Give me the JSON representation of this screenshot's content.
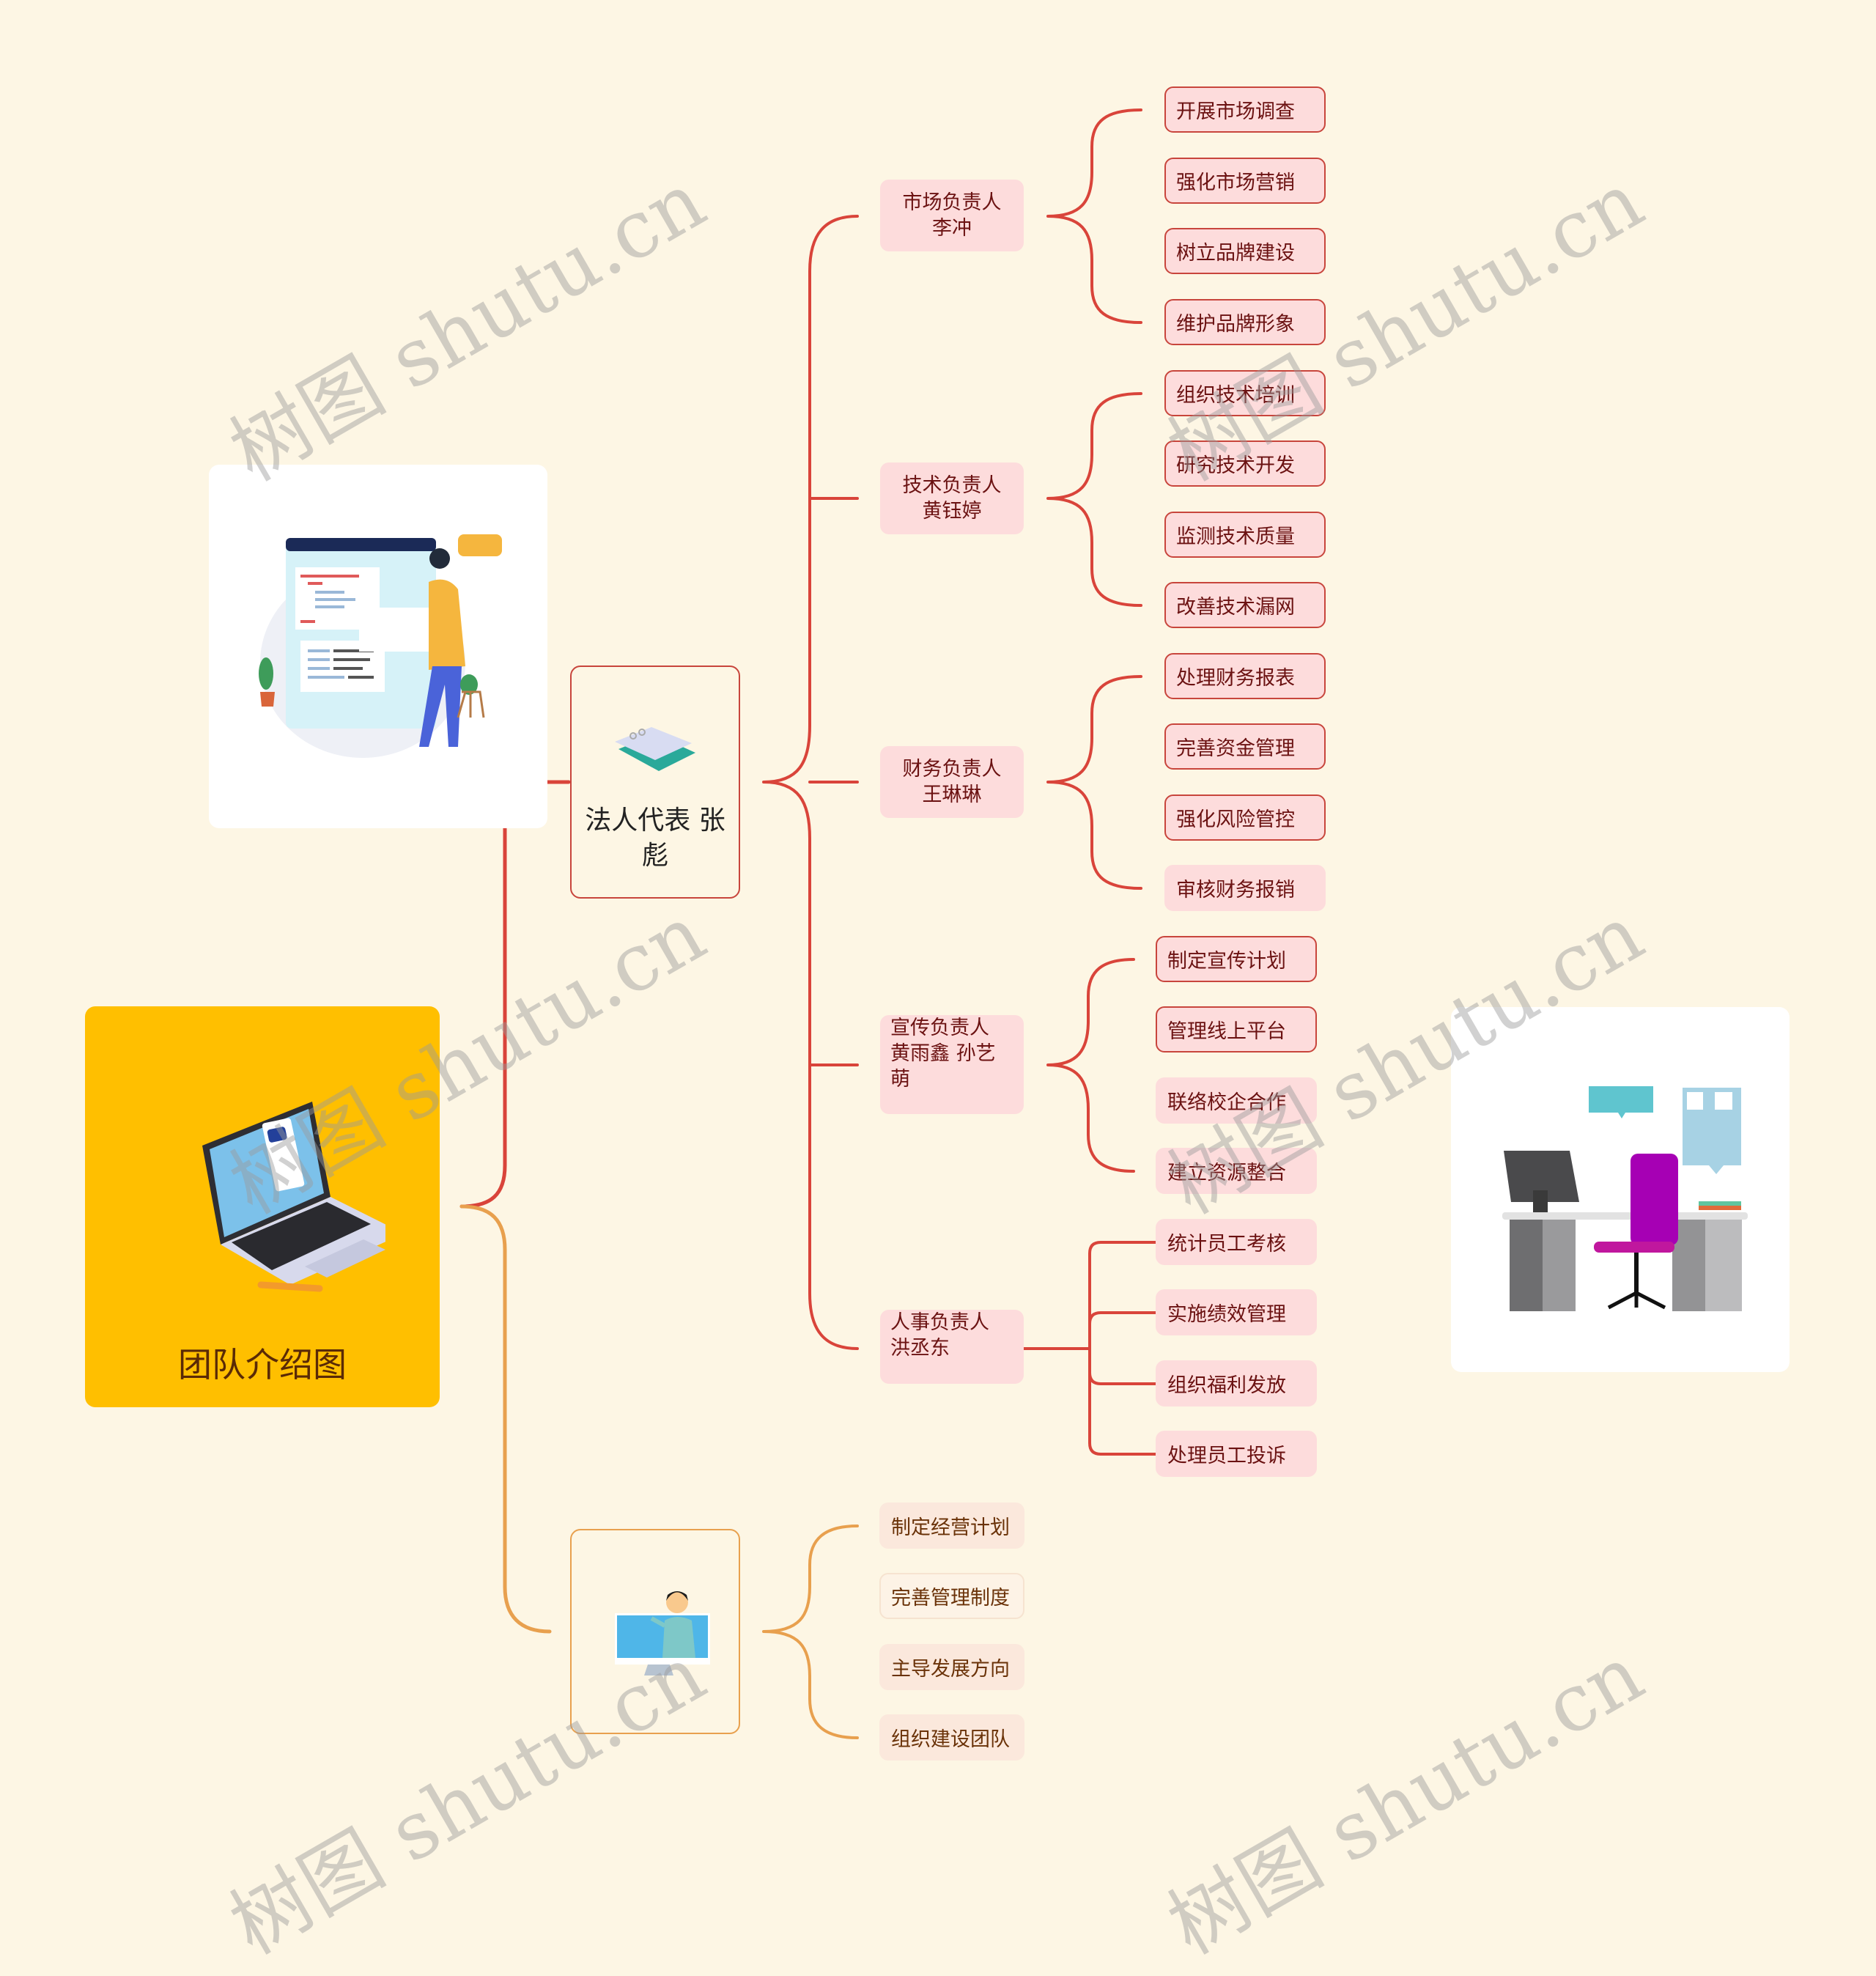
{
  "root": {
    "title": "团队介绍图",
    "icon": "laptop-icon",
    "color": "#ffbf00"
  },
  "colors": {
    "background": "#fdf6e4",
    "branch_red": "#d9443a",
    "branch_orange": "#e8a04e",
    "leaf_fill": "#fddcdc"
  },
  "branches": [
    {
      "title": "法人代表 张彪",
      "icon": "notebook-icon",
      "managers": [
        {
          "title": "市场负责人\n李冲",
          "line1": "市场负责人",
          "line2": "李冲",
          "tasks": [
            "开展市场调查",
            "强化市场营销",
            "树立品牌建设",
            "维护品牌形象"
          ]
        },
        {
          "title": "技术负责人\n黄钰婷",
          "line1": "技术负责人",
          "line2": "黄钰婷",
          "tasks": [
            "组织技术培训",
            "研究技术开发",
            "监测技术质量",
            "改善技术漏网"
          ]
        },
        {
          "title": "财务负责人\n王琳琳",
          "line1": "财务负责人",
          "line2": "王琳琳",
          "tasks": [
            "处理财务报表",
            "完善资金管理",
            "强化风险管控",
            "审核财务报销"
          ]
        },
        {
          "title": "宣传负责人\n黄雨鑫 孙艺萌",
          "line1": "宣传负责人",
          "line2": "黄雨鑫 孙艺",
          "line3": "萌",
          "tasks": [
            "制定宣传计划",
            "管理线上平台",
            "联络校企合作",
            "建立资源整合"
          ]
        },
        {
          "title": "人事负责人\n洪丞东",
          "line1": "人事负责人",
          "line2": "洪丞东",
          "tasks": [
            "统计员工考核",
            "实施绩效管理",
            "组织福利发放",
            "处理员工投诉"
          ]
        }
      ]
    },
    {
      "title": "",
      "icon": "teacher-presenting-icon",
      "tasks": [
        "制定经营计划",
        "完善管理制度",
        "主导发展方向",
        "组织建设团队"
      ]
    }
  ],
  "images": [
    {
      "name": "developer-illustration",
      "description": "woman presenting code screens"
    },
    {
      "name": "office-desk-illustration",
      "description": "office desk with monitor and purple chair"
    }
  ],
  "watermark": {
    "text_cn": "树图",
    "text_en": "shutu.cn"
  }
}
